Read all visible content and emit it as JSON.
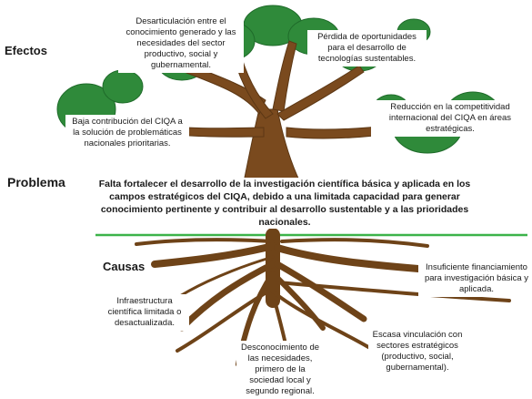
{
  "labels": {
    "efectos": "Efectos",
    "problema": "Problema",
    "causas": "Causas"
  },
  "problem": "Falta fortalecer el desarrollo de la investigación científica básica y aplicada en los campos estratégicos del CIQA, debido a una limitada capacidad para generar conocimiento pertinente y contribuir al desarrollo sustentable y a las prioridades nacionales.",
  "effects": [
    "Desarticulación entre el conocimiento generado y las necesidades del sector productivo, social y gubernamental.",
    "Pérdida de oportunidades para el desarrollo de tecnologías sustentables.",
    "Baja contribución del CIQA a la solución de problemáticas nacionales prioritarias.",
    "Reducción en la competitividad internacional del CIQA en áreas estratégicas."
  ],
  "causes": [
    "Insuficiente financiamiento para investigación básica y aplicada.",
    "Infraestructura científica limitada o desactualizada.",
    "Escasa vinculación con sectores estratégicos (productivo, social, gubernamental).",
    "Desconocimiento de las necesidades, primero de la sociedad local y segundo regional."
  ],
  "colors": {
    "foliage": "#2f8a3a",
    "foliage_dark": "#1f6b2a",
    "trunk": "#7a4a1e",
    "ground": "#3cb34a"
  }
}
